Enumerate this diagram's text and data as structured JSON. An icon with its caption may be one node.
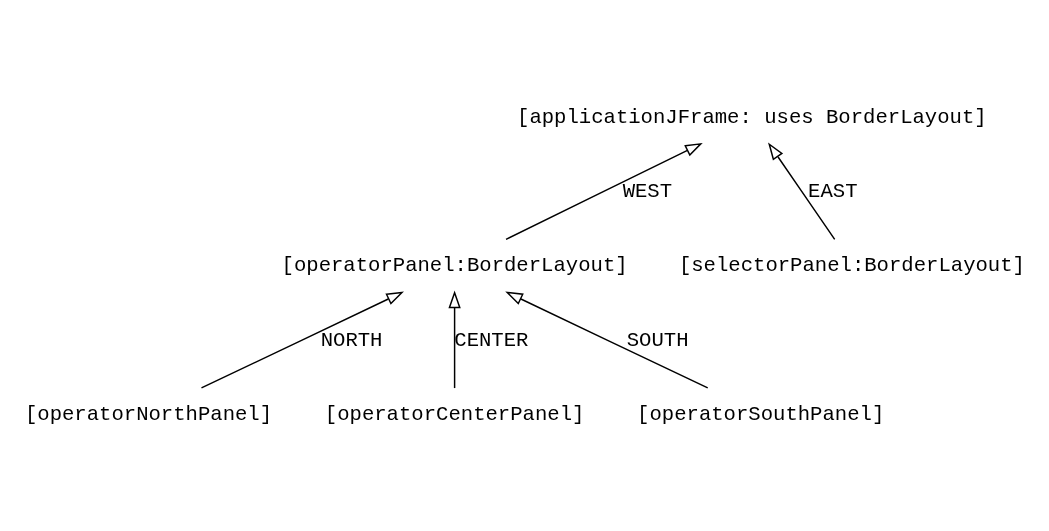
{
  "diagram": {
    "nodes": [
      {
        "text": [
          "[applicationJFrame: uses BorderLayout]"
        ]
      },
      {
        "text": [
          "[operatorPanel:BorderLayout]"
        ]
      },
      {
        "text": [
          "[selectorPanel:BorderLayout]"
        ]
      },
      {
        "text": [
          "[operatorNorthPanel]"
        ]
      },
      {
        "text": [
          "[operatorCenterPanel]"
        ]
      },
      {
        "text": [
          "[operatorSouthPanel]"
        ]
      }
    ],
    "edges": [
      {
        "from": 1,
        "to": 0,
        "arrow": "to",
        "label": "WEST"
      },
      {
        "from": 2,
        "to": 0,
        "arrow": "to",
        "label": "EAST"
      },
      {
        "from": 3,
        "to": 1,
        "arrow": "to",
        "label": "NORTH"
      },
      {
        "from": 4,
        "to": 1,
        "arrow": "to",
        "label": "CENTER"
      },
      {
        "from": 5,
        "to": 1,
        "arrow": "to",
        "label": "SOUTH"
      }
    ]
  }
}
